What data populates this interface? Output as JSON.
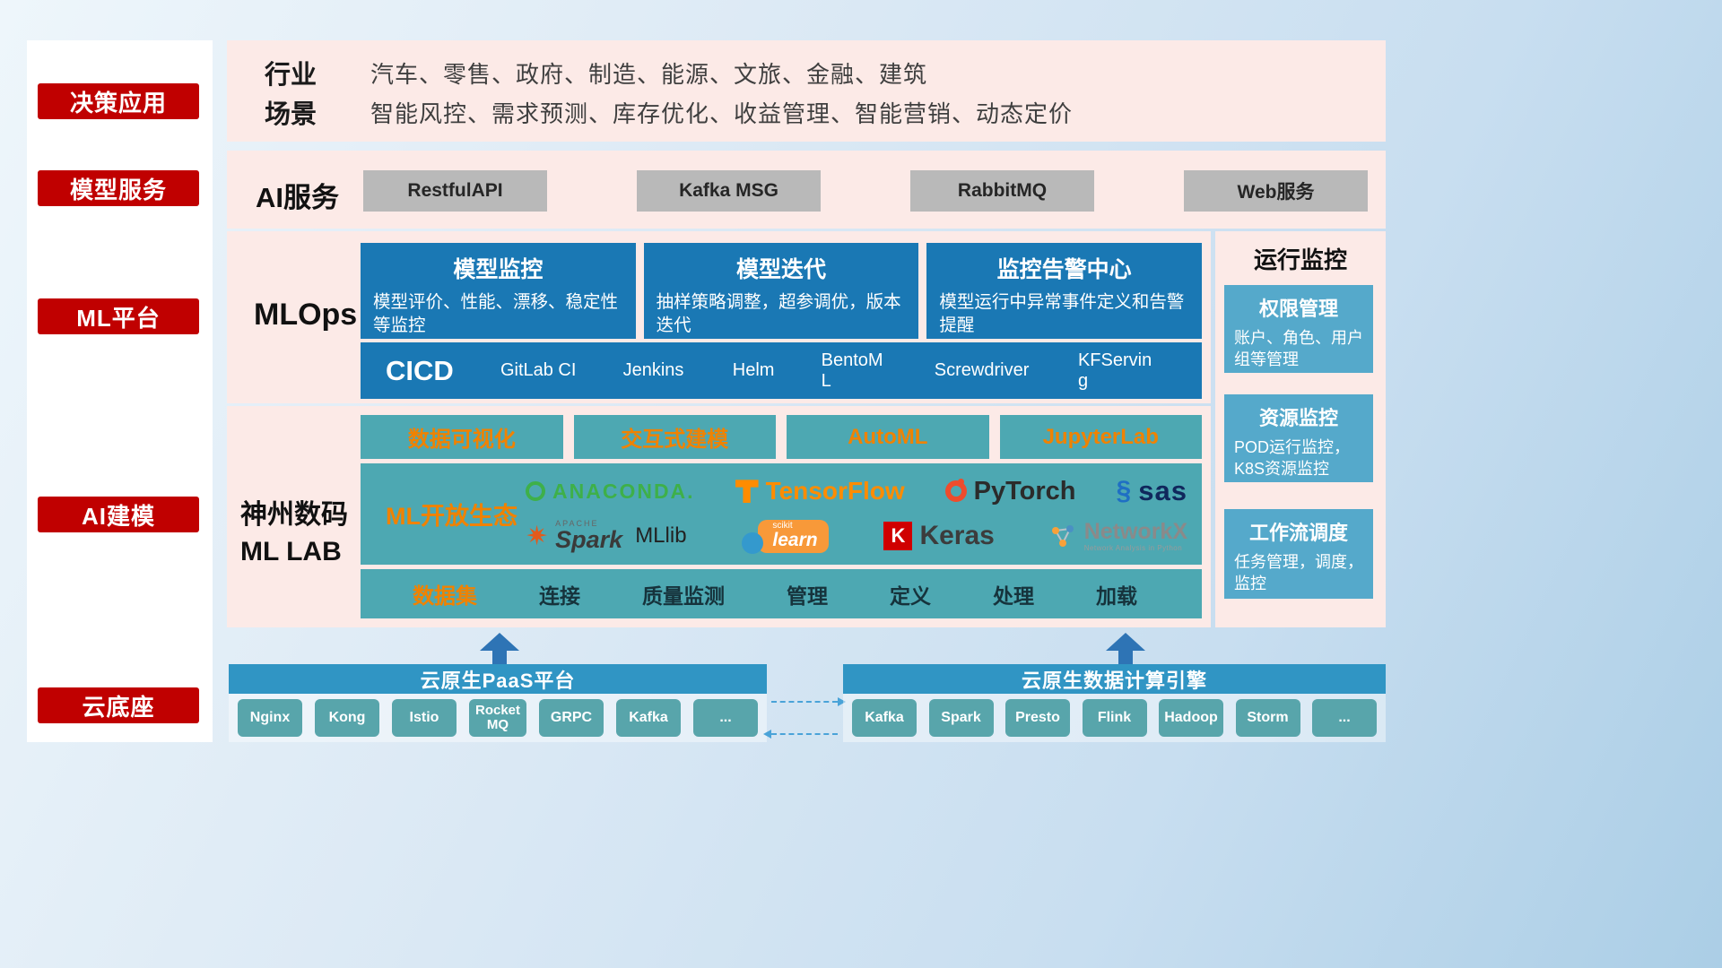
{
  "colors": {
    "accent_red": "#c00000",
    "deep_blue": "#1a78b4",
    "teal": "#4da8b2",
    "light_blue_card": "#55a9cb",
    "orange": "#f08200",
    "bar_blue": "#3095c4",
    "mini_button": "#58a5ab",
    "panel_pink": "#fceae7"
  },
  "sidebar": {
    "items": [
      {
        "label": "决策应用"
      },
      {
        "label": "模型服务"
      },
      {
        "label": "ML平台"
      },
      {
        "label": "AI建模"
      },
      {
        "label": "云底座"
      }
    ]
  },
  "industry": {
    "rows": [
      {
        "label": "行业",
        "text": "汽车、零售、政府、制造、能源、文旅、金融、建筑"
      },
      {
        "label": "场景",
        "text": "智能风控、需求预测、库存优化、收益管理、智能营销、动态定价"
      }
    ]
  },
  "ai_services": {
    "label": "AI服务",
    "items": [
      "RestfulAPI",
      "Kafka MSG",
      "RabbitMQ",
      "Web服务"
    ]
  },
  "mlops": {
    "label": "MLOps",
    "cards": [
      {
        "title": "模型监控",
        "desc": "模型评价、性能、漂移、稳定性等监控"
      },
      {
        "title": "模型迭代",
        "desc": "抽样策略调整，超参调优，版本迭代"
      },
      {
        "title": "监控告警中心",
        "desc": "模型运行中异常事件定义和告警提醒"
      }
    ],
    "cicd": {
      "label": "CICD",
      "items": [
        "GitLab CI",
        "Jenkins",
        "Helm",
        "BentoML",
        "Screwdriver",
        "KFServing"
      ]
    }
  },
  "monitoring": {
    "title": "运行监控",
    "cards": [
      {
        "title": "权限管理",
        "desc": "账户、角色、用户组等管理"
      },
      {
        "title": "资源监控",
        "desc": "POD运行监控，K8S资源监控"
      },
      {
        "title": "工作流调度",
        "desc": "任务管理，调度，监控"
      }
    ]
  },
  "mllab": {
    "name_line1": "神州数码",
    "name_line2": "ML LAB",
    "tools": [
      "数据可视化",
      "交互式建模",
      "AutoML",
      "JupyterLab"
    ],
    "eco_label": "ML开放生态",
    "logos": {
      "anaconda": "ANACONDA.",
      "tensorflow": "TensorFlow",
      "pytorch": "PyTorch",
      "sas": "sas",
      "spark_apache": "APACHE",
      "spark": "Spark",
      "mllib": "MLlib",
      "sklearn_top": "scikit",
      "sklearn": "learn",
      "keras_k": "K",
      "keras": "Keras",
      "networkx": "NetworkX",
      "networkx_sub": "Network Analysis in Python"
    },
    "data_row": [
      "数据集",
      "连接",
      "质量监测",
      "管理",
      "定义",
      "处理",
      "加载"
    ]
  },
  "cloud": {
    "paas": {
      "title": "云原生PaaS平台",
      "items": [
        "Nginx",
        "Kong",
        "Istio",
        "RocketMQ",
        "GRPC",
        "Kafka",
        "..."
      ]
    },
    "engine": {
      "title": "云原生数据计算引擎",
      "items": [
        "Kafka",
        "Spark",
        "Presto",
        "Flink",
        "Hadoop",
        "Storm",
        "..."
      ]
    }
  }
}
